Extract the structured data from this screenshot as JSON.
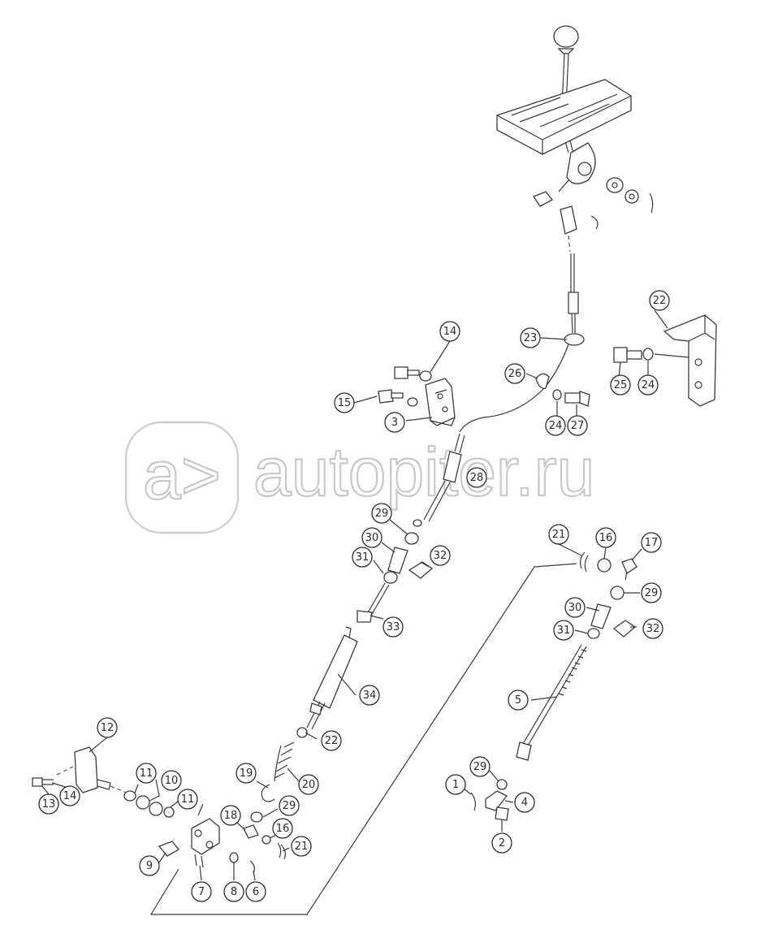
{
  "watermark": {
    "logo_glyph": "a>",
    "text": "autopiter.ru"
  },
  "callouts": [
    {
      "id": "c22a",
      "label": "22",
      "color": "#2b2b2b"
    },
    {
      "id": "c23",
      "label": "23",
      "color": "#2b2b2b"
    },
    {
      "id": "c25",
      "label": "25",
      "color": "#2b2b2b"
    },
    {
      "id": "c24a",
      "label": "24",
      "color": "#2b2b2b"
    },
    {
      "id": "c14a",
      "label": "14",
      "color": "#2a2f7a"
    },
    {
      "id": "c26",
      "label": "26",
      "color": "#2b2b2b"
    },
    {
      "id": "c15",
      "label": "15",
      "color": "#2a2f7a"
    },
    {
      "id": "c3",
      "label": "3",
      "color": "#2b2b2b"
    },
    {
      "id": "c24b",
      "label": "24",
      "color": "#2b2b2b"
    },
    {
      "id": "c27",
      "label": "27",
      "color": "#2b2b2b"
    },
    {
      "id": "c28",
      "label": "28",
      "color": "#2b2b2b"
    },
    {
      "id": "c29a",
      "label": "29",
      "color": "#2b2b2b"
    },
    {
      "id": "c30a",
      "label": "30",
      "color": "#2b2b2b"
    },
    {
      "id": "c31a",
      "label": "31",
      "color": "#2b2b2b"
    },
    {
      "id": "c32a",
      "label": "32",
      "color": "#2b2b2b"
    },
    {
      "id": "c33",
      "label": "33",
      "color": "#2b2b2b"
    },
    {
      "id": "c34",
      "label": "34",
      "color": "#2b2b2b"
    },
    {
      "id": "c22b",
      "label": "22",
      "color": "#2b2b2b"
    },
    {
      "id": "c19",
      "label": "19",
      "color": "#2a2f7a"
    },
    {
      "id": "c20",
      "label": "20",
      "color": "#2b2b2b"
    },
    {
      "id": "c21a",
      "label": "21",
      "color": "#2b2b2b"
    },
    {
      "id": "c16a",
      "label": "16",
      "color": "#2a2f7a"
    },
    {
      "id": "c17",
      "label": "17",
      "color": "#2a2f7a"
    },
    {
      "id": "c29b",
      "label": "29",
      "color": "#2b2b2b"
    },
    {
      "id": "c30b",
      "label": "30",
      "color": "#2b2b2b"
    },
    {
      "id": "c31b",
      "label": "31",
      "color": "#2b2b2b"
    },
    {
      "id": "c32b",
      "label": "32",
      "color": "#2b2b2b"
    },
    {
      "id": "c5",
      "label": "5",
      "color": "#2b2b2b"
    },
    {
      "id": "c12",
      "label": "12",
      "color": "#2b2b2b"
    },
    {
      "id": "c11a",
      "label": "11",
      "color": "#2a2f7a"
    },
    {
      "id": "c10",
      "label": "10",
      "color": "#2b2b2b"
    },
    {
      "id": "c11b",
      "label": "11",
      "color": "#2a2f7a"
    },
    {
      "id": "c13",
      "label": "13",
      "color": "#2a2f7a"
    },
    {
      "id": "c14b",
      "label": "14",
      "color": "#2b2b2b"
    },
    {
      "id": "c18",
      "label": "18",
      "color": "#2a2f7a"
    },
    {
      "id": "c29c",
      "label": "29",
      "color": "#2b2b2b"
    },
    {
      "id": "c16b",
      "label": "16",
      "color": "#2a2f7a"
    },
    {
      "id": "c21b",
      "label": "21",
      "color": "#2b2b2b"
    },
    {
      "id": "c9",
      "label": "9",
      "color": "#2b2b2b"
    },
    {
      "id": "c7",
      "label": "7",
      "color": "#2b2b2b"
    },
    {
      "id": "c8",
      "label": "8",
      "color": "#2b2b2b"
    },
    {
      "id": "c6",
      "label": "6",
      "color": "#2b2b2b"
    },
    {
      "id": "c1",
      "label": "1",
      "color": "#2a2f7a"
    },
    {
      "id": "c29d",
      "label": "29",
      "color": "#2b2b2b"
    },
    {
      "id": "c4",
      "label": "4",
      "color": "#2b2b2b"
    },
    {
      "id": "c2",
      "label": "2",
      "color": "#2a2f7a"
    }
  ]
}
